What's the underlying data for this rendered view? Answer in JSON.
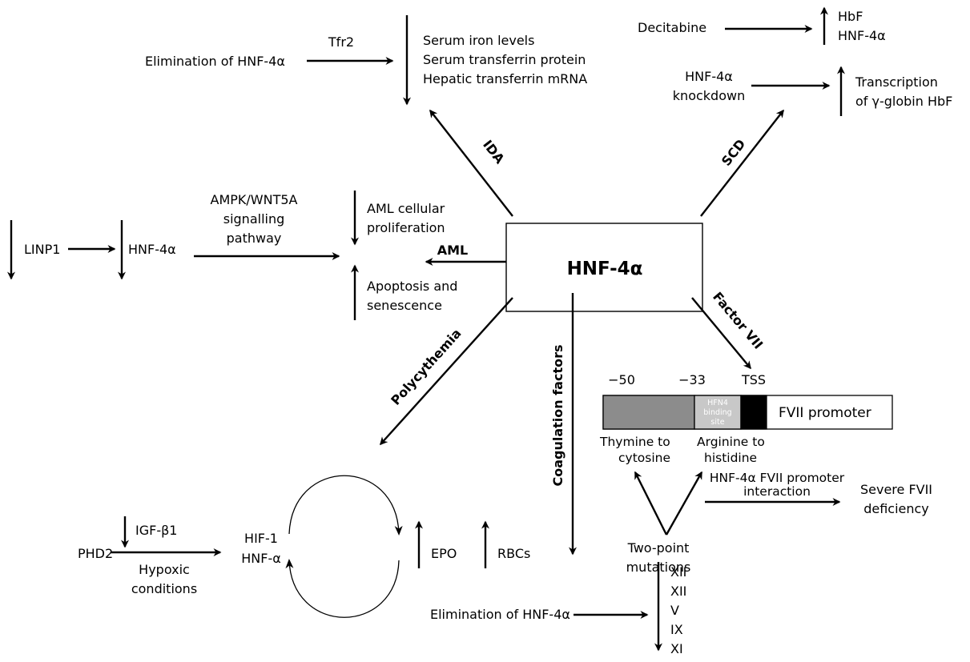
{
  "center": {
    "label": "HNF-4α"
  },
  "ida": {
    "branch_label": "IDA",
    "elimination": "Elimination of HNF-4α",
    "tfr2": "Tfr2",
    "effects": [
      "Serum iron levels",
      "Serum transferrin protein",
      "Hepatic transferrin mRNA"
    ]
  },
  "scd": {
    "branch_label": "SCD",
    "decitabine": "Decitabine",
    "decitabine_effects": [
      "HbF",
      "HNF-4α"
    ],
    "knockdown": [
      "HNF-4α",
      "knockdown"
    ],
    "transcription": [
      "Transcription",
      "of γ-globin HbF"
    ]
  },
  "aml": {
    "branch_label": "AML",
    "linp1": "LINP1",
    "hnf": "HNF-4α",
    "pathway": [
      "AMPK/WNT5A",
      "signalling",
      "pathway"
    ],
    "proliferation": [
      "AML cellular",
      "proliferation"
    ],
    "apoptosis": [
      "Apoptosis and",
      "senescence"
    ]
  },
  "polycythemia": {
    "branch_label": "Polycythemia",
    "phd2": "PHD2",
    "igf": "IGF-β1",
    "hypoxic": [
      "Hypoxic",
      "conditions"
    ],
    "hif": [
      "HIF-1",
      "HNF-α"
    ],
    "epo": "EPO",
    "rbcs": "RBCs"
  },
  "coagulation": {
    "branch_label": "Coagulation factors",
    "elimination": "Elimination of HNF-4α",
    "factors": [
      "XII",
      "XII",
      "V",
      "IX",
      "XI"
    ]
  },
  "factor7": {
    "branch_label": "Factor VII",
    "positions": [
      "−50",
      "−33",
      "TSS"
    ],
    "binding_site": [
      "HFN4",
      "binding",
      "site"
    ],
    "promoter": "FVII promoter",
    "thymine": [
      "Thymine to",
      "cytosine"
    ],
    "arginine": [
      "Arginine to",
      "histidine"
    ],
    "two_point": [
      "Two-point",
      "mutations"
    ],
    "interaction": [
      "HNF-4α FVII promoter",
      "interaction"
    ],
    "deficiency": [
      "Severe FVII",
      "deficiency"
    ]
  }
}
